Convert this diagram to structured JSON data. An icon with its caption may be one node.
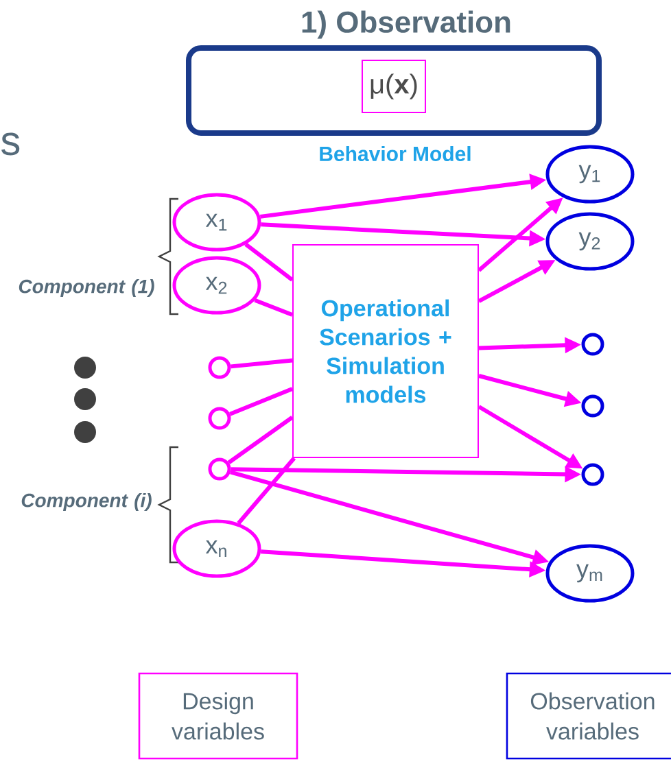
{
  "diagram": {
    "title": "1) Observation",
    "nodes": [
      {
        "text": [],
        "shape": "box",
        "beside": [
          "Behavior Model"
        ]
      },
      {
        "text": [
          "μ(**x**)"
        ],
        "in": 0
      },
      {
        "text": [
          "x$_{1}$"
        ]
      },
      {
        "text": [
          "x$_{2}$"
        ]
      },
      {
        "text": [],
        "shape": "circle"
      },
      {
        "text": [],
        "shape": "circle"
      },
      {
        "text": [],
        "shape": "circle"
      },
      {
        "text": [
          "x$_{n}$"
        ]
      },
      {
        "text": [
          "Operational Scenarios + Simulation models"
        ]
      },
      {
        "text": [
          "y$_{1}$"
        ]
      },
      {
        "text": [
          "y$_{2}$"
        ]
      },
      {
        "text": [],
        "shape": "circle"
      },
      {
        "text": [],
        "shape": "circle"
      },
      {
        "text": [],
        "shape": "circle"
      },
      {
        "text": [
          "y$_{m}$"
        ]
      },
      {
        "text": [
          "Design variables"
        ]
      },
      {
        "text": [
          "Observation variables"
        ]
      }
    ],
    "edges": [
      {
        "from": 2,
        "to": 9,
        "arrow": "to"
      },
      {
        "from": 2,
        "to": 10,
        "arrow": "to"
      },
      {
        "from": 2,
        "to": 8,
        "arrow": "none"
      },
      {
        "from": 3,
        "to": 8,
        "arrow": "none"
      },
      {
        "from": 4,
        "to": 8,
        "arrow": "none"
      },
      {
        "from": 5,
        "to": 8,
        "arrow": "none"
      },
      {
        "from": 6,
        "to": 8,
        "arrow": "none"
      },
      {
        "from": 7,
        "to": 8,
        "arrow": "none"
      },
      {
        "from": 8,
        "to": 9,
        "arrow": "to"
      },
      {
        "from": 8,
        "to": 10,
        "arrow": "to"
      },
      {
        "from": 8,
        "to": 11,
        "arrow": "to"
      },
      {
        "from": 8,
        "to": 12,
        "arrow": "to"
      },
      {
        "from": 8,
        "to": 13,
        "arrow": "to"
      },
      {
        "from": 6,
        "to": 13,
        "arrow": "to"
      },
      {
        "from": 6,
        "to": 14,
        "arrow": "to"
      },
      {
        "from": 7,
        "to": 14,
        "arrow": "to"
      }
    ],
    "labels": [
      "s",
      "Component (1)",
      "Component (i)"
    ]
  }
}
